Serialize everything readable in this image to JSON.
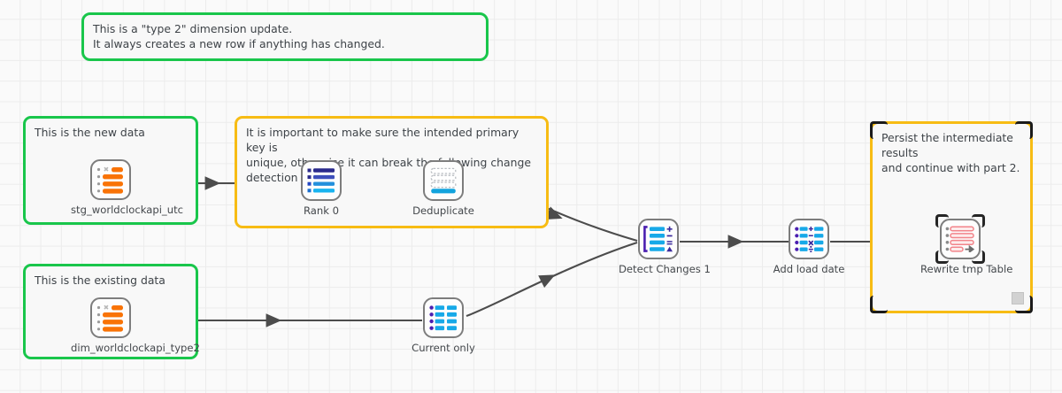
{
  "canvas": {
    "grid": true,
    "background_color": "#fafafa",
    "grid_color": "#ececec"
  },
  "colors": {
    "green_border": "#19c64b",
    "yellow_border": "#f7bc14",
    "edge": "#4c4c4c",
    "label_text": "#44484c",
    "note_text": "#3e4348",
    "source_table_icon": "#f97306",
    "rank_icon": "#2a2a8c",
    "dedupe_icon": "#13a3dd",
    "detect_icon": "#5c3fb5",
    "target_table_icon": "#f2848a"
  },
  "notes": [
    {
      "id": "note-type2",
      "style": "green",
      "text": "This is a \"type 2\" dimension update.\nIt always creates a new row if anything has changed."
    },
    {
      "id": "group-new-data",
      "style": "green",
      "text": "This is the new data"
    },
    {
      "id": "group-primary-key",
      "style": "yellow",
      "text": "It is important to make sure the intended primary key is\nunique, otherwise it can break the following change detection"
    },
    {
      "id": "group-existing-data",
      "style": "green",
      "text": "This is the existing data"
    },
    {
      "id": "group-persist",
      "style": "yellow",
      "selected": true,
      "text": "Persist the intermediate results\nand continue with part 2."
    }
  ],
  "nodes": [
    {
      "id": "stg-worldclockapi-utc",
      "label": "stg_worldclockapi_utc",
      "icon": "source-table-icon",
      "selected": false
    },
    {
      "id": "rank-0",
      "label": "Rank 0",
      "icon": "rank-icon",
      "selected": false
    },
    {
      "id": "deduplicate",
      "label": "Deduplicate",
      "icon": "deduplicate-icon",
      "selected": false
    },
    {
      "id": "dim-worldclockapi-type2",
      "label": "dim_worldclockapi_type2",
      "icon": "source-table-icon",
      "selected": false
    },
    {
      "id": "current-only",
      "label": "Current only",
      "icon": "filter-icon",
      "selected": false
    },
    {
      "id": "detect-changes-1",
      "label": "Detect Changes 1",
      "icon": "detect-changes-icon",
      "selected": false
    },
    {
      "id": "add-load-date",
      "label": "Add load date",
      "icon": "calculator-icon",
      "selected": false
    },
    {
      "id": "rewrite-tmp-table",
      "label": "Rewrite tmp Table",
      "icon": "rewrite-table-icon",
      "selected": true
    }
  ],
  "edges": [
    {
      "from": "stg-worldclockapi-utc",
      "to": "rank-0"
    },
    {
      "from": "rank-0",
      "to": "deduplicate"
    },
    {
      "from": "deduplicate",
      "to": "detect-changes-1"
    },
    {
      "from": "dim-worldclockapi-type2",
      "to": "current-only"
    },
    {
      "from": "current-only",
      "to": "detect-changes-1"
    },
    {
      "from": "detect-changes-1",
      "to": "add-load-date"
    },
    {
      "from": "add-load-date",
      "to": "rewrite-tmp-table"
    }
  ],
  "operators": {
    "add": "+",
    "subtract": "−",
    "multiply": "×",
    "divide": "÷",
    "equals": "=",
    "delta": "△"
  }
}
